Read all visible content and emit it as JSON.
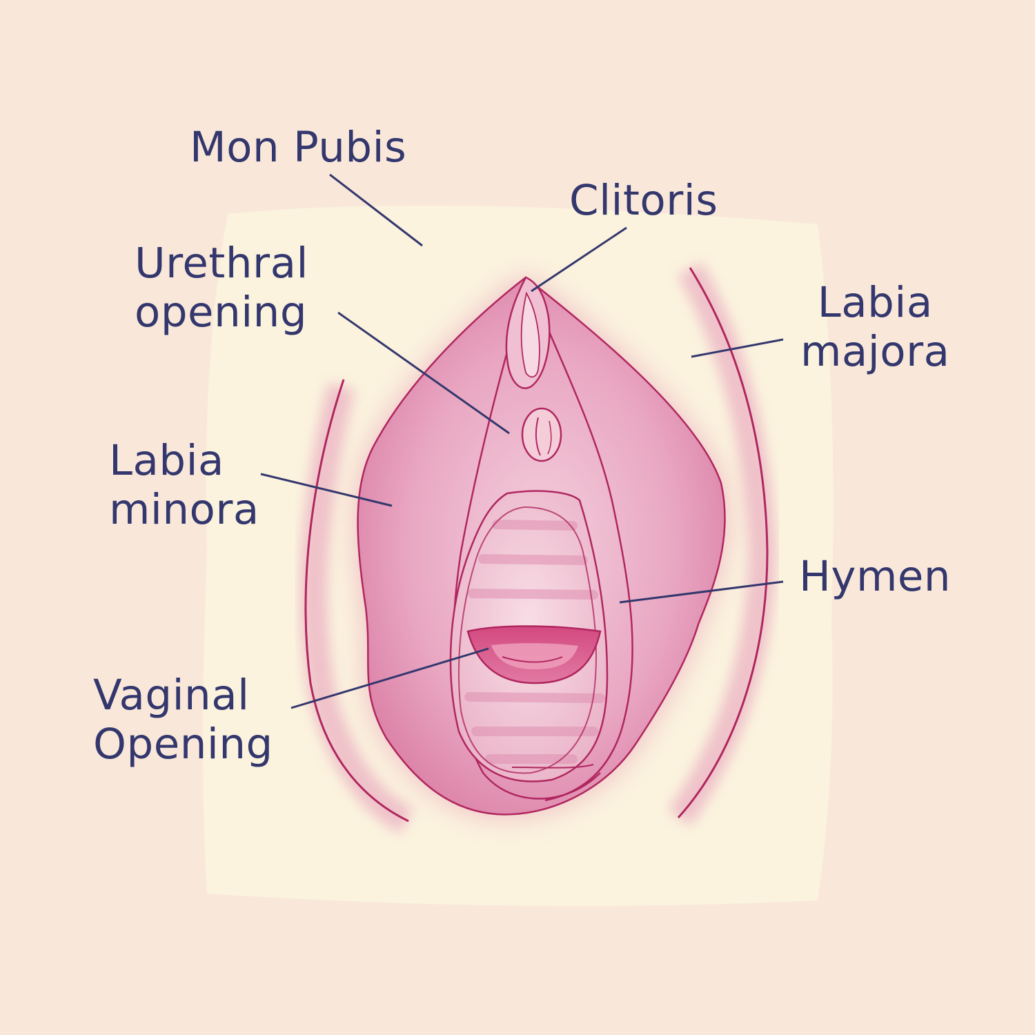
{
  "labels": {
    "mons_pubis": "Mon Pubis",
    "clitoris": "Clitoris",
    "urethral_opening": [
      "Urethral",
      "opening"
    ],
    "labia_majora": [
      "Labia",
      "majora"
    ],
    "labia_minora": [
      "Labia",
      "minora"
    ],
    "hymen": "Hymen",
    "vaginal_opening": [
      "Vaginal",
      "Opening"
    ]
  },
  "colors": {
    "page_background": "#f9e8da",
    "skin_panel": "#fbf3de",
    "label_text": "#33376d",
    "leader_line": "#33376d",
    "outline": "#b0265f",
    "tissue_light": "#f1c3d3",
    "tissue_mid": "#e394b4",
    "tissue_deep": "#c94f86"
  }
}
